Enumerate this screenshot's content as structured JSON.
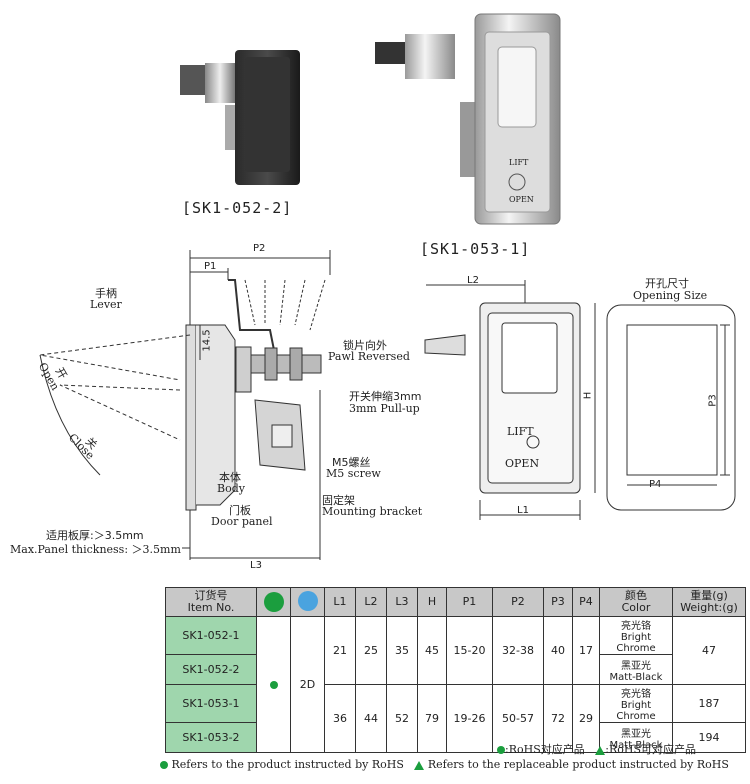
{
  "products": {
    "left_caption": "[SK1-052-2]",
    "right_caption": "[SK1-053-1]"
  },
  "drawing": {
    "dims": {
      "p2": "P2",
      "p1": "P1",
      "h14_5": "14.5",
      "l3": "L3",
      "l2": "L2",
      "h": "H",
      "l1": "L1",
      "p3": "P3",
      "p4": "P4"
    },
    "lever_cn": "手柄",
    "lever_en": "Lever",
    "pawl_cn": "锁片向外",
    "pawl_en": "Pawl Reversed",
    "pullup_cn": "开关伸缩3mm",
    "pullup_en": "3mm Pull-up",
    "screw_cn": "M5螺丝",
    "screw_en": "M5 screw",
    "bracket_cn": "固定架",
    "bracket_en": "Mounting bracket",
    "body_cn": "本体",
    "body_en": "Body",
    "panel_cn": "门板",
    "panel_en": "Door panel",
    "thickness_cn": "适用板厚:＞3.5mm",
    "thickness_en": "Max.Panel thickness: ＞3.5mm",
    "open_cn": "开",
    "open_en": "Open",
    "close_cn": "关",
    "close_en": "Close",
    "lift": "LIFT",
    "open_label": "OPEN",
    "opening_cn": "开孔尺寸",
    "opening_en": "Opening Size"
  },
  "table": {
    "headers": {
      "item_cn": "订货号",
      "item_en": "Item No.",
      "rohs": "RoHS",
      "cad": "CAD",
      "l1": "L1",
      "l2": "L2",
      "l3": "L3",
      "h": "H",
      "p1": "P1",
      "p2": "P2",
      "p3": "P3",
      "p4": "P4",
      "color_cn": "颜色",
      "color_en": "Color",
      "weight_cn": "重量(g)",
      "weight_en": "Weight:(g)"
    },
    "cad_value": "2D",
    "groups": [
      {
        "l1": "21",
        "l2": "25",
        "l3": "35",
        "h": "45",
        "p1": "15-20",
        "p2": "32-38",
        "p3": "40",
        "p4": "17",
        "weight": "47"
      },
      {
        "l1": "36",
        "l2": "44",
        "l3": "52",
        "h": "79",
        "p1": "19-26",
        "p2": "50-57",
        "p3": "72",
        "p4": "29"
      }
    ],
    "rows": [
      {
        "item": "SK1-052-1",
        "color_cn": "亮光铬",
        "color_en": "Bright Chrome"
      },
      {
        "item": "SK1-052-2",
        "color_cn": "黑亚光",
        "color_en": "Matt-Black"
      },
      {
        "item": "SK1-053-1",
        "color_cn": "亮光铬",
        "color_en": "Bright Chrome",
        "weight": "187"
      },
      {
        "item": "SK1-053-2",
        "color_cn": "黑亚光",
        "color_en": "Matt-Black",
        "weight": "194"
      }
    ]
  },
  "notes": {
    "rohs_cn": ":RoHS对应产品",
    "replace_cn": ":RoHS可对应产品",
    "rohs_en": "Refers to the product instructed by RoHS",
    "replace_en": "Refers to the replaceable product instructed by RoHS"
  },
  "colors": {
    "rohs_green": "#1b9e3e",
    "item_bg": "#9fd6ad",
    "header_bg": "#c8c8c8"
  }
}
